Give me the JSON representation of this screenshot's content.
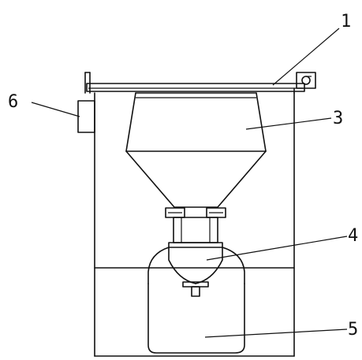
{
  "figure": {
    "callouts": [
      {
        "id": "1",
        "label": "1"
      },
      {
        "id": "3",
        "label": "3"
      },
      {
        "id": "4",
        "label": "4"
      },
      {
        "id": "5",
        "label": "5"
      },
      {
        "id": "6",
        "label": "6"
      }
    ],
    "colors": {
      "ink": "#111111",
      "background": "#ffffff"
    }
  }
}
